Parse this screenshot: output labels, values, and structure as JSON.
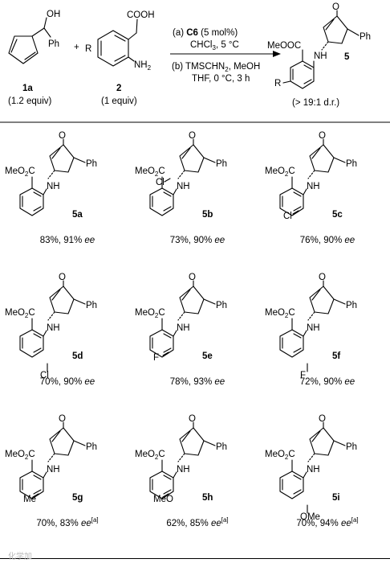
{
  "scheme": {
    "furan_label": "1a",
    "furan_equiv": "(1.2 equiv)",
    "anthranilic_label": "2",
    "anthranilic_equiv": "(1 equiv)",
    "plus": "+",
    "cond_a_pre": "(a) ",
    "cond_a_cat": "C6",
    "cond_a_post": " (5 mol%)",
    "cond_a_solvent": "CHCl",
    "cond_a_sub3": "3",
    "cond_a_temp": ", 5 °C",
    "cond_b_line1": "(b) TMSCHN",
    "cond_b_sub2": "2",
    "cond_b_line1_post": ", MeOH",
    "cond_b_line2": "THF, 0 °C, 3 h",
    "product_label": "5",
    "product_dr": "(> 19:1 d.r.)",
    "atoms": {
      "OH": "OH",
      "Ph": "Ph",
      "COOH": "COOH",
      "NH": "NH",
      "NH2_N": "NH",
      "NH2_sub": "2",
      "R": "R",
      "O": "O",
      "MeOOC": "MeOOC",
      "NH_prod": "NH"
    }
  },
  "products": [
    {
      "id": "5a",
      "sub": "",
      "pos": "",
      "yield": "83%, 91% ",
      "ee": "ee",
      "note": ""
    },
    {
      "id": "5b",
      "sub": "Cl",
      "pos": "3",
      "yield": "73%, 90% ",
      "ee": "ee",
      "note": ""
    },
    {
      "id": "5c",
      "sub": "Cl",
      "pos": "5",
      "yield": "76%, 90% ",
      "ee": "ee",
      "note": ""
    },
    {
      "id": "5d",
      "sub": "Cl",
      "pos": "4",
      "yield": "70%, 90% ",
      "ee": "ee",
      "note": ""
    },
    {
      "id": "5e",
      "sub": "F",
      "pos": "5",
      "yield": "78%, 93% ",
      "ee": "ee",
      "note": ""
    },
    {
      "id": "5f",
      "sub": "F",
      "pos": "4",
      "yield": "72%, 90% ",
      "ee": "ee",
      "note": ""
    },
    {
      "id": "5g",
      "sub": "Me",
      "pos": "5",
      "yield": "70%, 83% ",
      "ee": "ee",
      "note": "[a]"
    },
    {
      "id": "5h",
      "sub": "MeO",
      "pos": "5",
      "yield": "62%, 85% ",
      "ee": "ee",
      "note": "[a]"
    },
    {
      "id": "5i",
      "sub": "OMe",
      "pos": "4",
      "yield": "70%, 94% ",
      "ee": "ee",
      "note": "[a]"
    }
  ],
  "common": {
    "O": "O",
    "Ph": "Ph",
    "NH": "NH",
    "MeO2C_a": "MeO",
    "MeO2C_b": "2",
    "MeO2C_c": "C"
  },
  "watermark": "化学加"
}
